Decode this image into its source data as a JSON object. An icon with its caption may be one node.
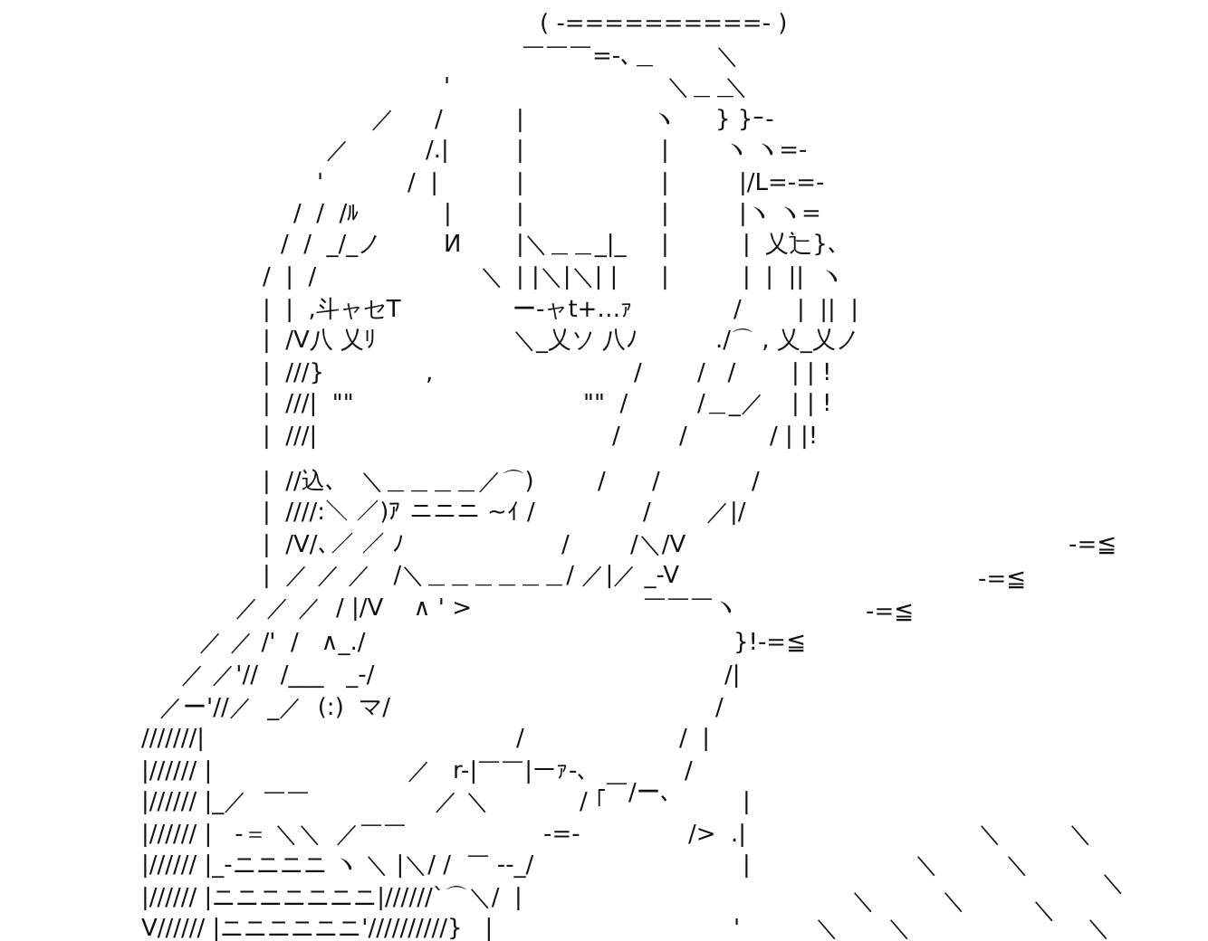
{
  "diagram": {
    "labels": [
      "( -==========- )",
      "￣￣￣=-､＿",
      "＼",
      "'",
      "＼＿＿",
      "＼",
      "／",
      "/",
      "|",
      "ヽ",
      "} }ｰ-",
      "／",
      "/.|",
      "|",
      "|",
      "ヽ ヽ=-",
      "'",
      "/  |",
      "|",
      "|",
      "|/L=-=-",
      "/  /  /ﾙ",
      "|",
      "|",
      "|",
      "|ヽ ヽ=",
      "/  /  _/_ノ",
      "И",
      "|＼＿＿_|_",
      "|",
      "|  乂辷}､",
      "/  |  /",
      "＼",
      "| |＼|＼| |",
      "|",
      "|  |  ||  ヽ",
      "|  |  ,斗ャセT",
      "ー-ャt+…ｧ",
      "/",
      "|  ||  |",
      "|  /V八 乂ﾘ",
      "＼_乂ソ 八ﾉ",
      "./⌒ , 乂_乂ノ",
      "|  ///}",
      ",",
      "/",
      "/   /",
      "| | !",
      "|  ///|  \"\"",
      "\"\"  /",
      "/＿_／",
      "| | !",
      "|  ///|",
      "/",
      "/",
      "/ | |!",
      "|  //込､   ＼＿＿＿＿／⌒)",
      "/",
      "/",
      "/",
      "|  ////:＼ ／)ｱ ニニニ ~ｲ /",
      "/",
      "／|/",
      "|  /V/､／ ／ ﾉ",
      "/",
      "/＼/V",
      "-=≦",
      "|  ／ ／ ／   /＼＿＿＿＿＿＿/ ／|／ _-V",
      "-=≦",
      "／ ／ ／  / |/V    ∧ ' >",
      "￣￣￣ヽ",
      "-=≦",
      "／ ／ /'  /   ∧_./",
      "}!-=≦",
      "／ ／'//   /___   _-/",
      "/|",
      "／ー'//／  _／  (:)  マ/",
      "/",
      "///////|",
      "/",
      "/  |",
      "|////// |",
      "／",
      "r-|￣￣|ーｧ-､",
      "/",
      "|////// |_／  ￣￣",
      "／ ＼",
      "/ ｢",
      "￣/ー､",
      "|",
      "|////// |   -＝ ＼＼  ／￣￣",
      "-=-",
      "/>  .|",
      "＼",
      "＼",
      "|////// |_-ニニニニ ヽ ＼ |＼/ /  ￣ --_/",
      "|",
      "＼",
      "＼",
      "＼",
      "|////// |ニニニニニニニ|//////`⌒＼/  |",
      "＼",
      "＼",
      "＼",
      "V////// |ニニニニニニ'//////////}   |",
      "'",
      "＼",
      "＼",
      "＼"
    ]
  }
}
